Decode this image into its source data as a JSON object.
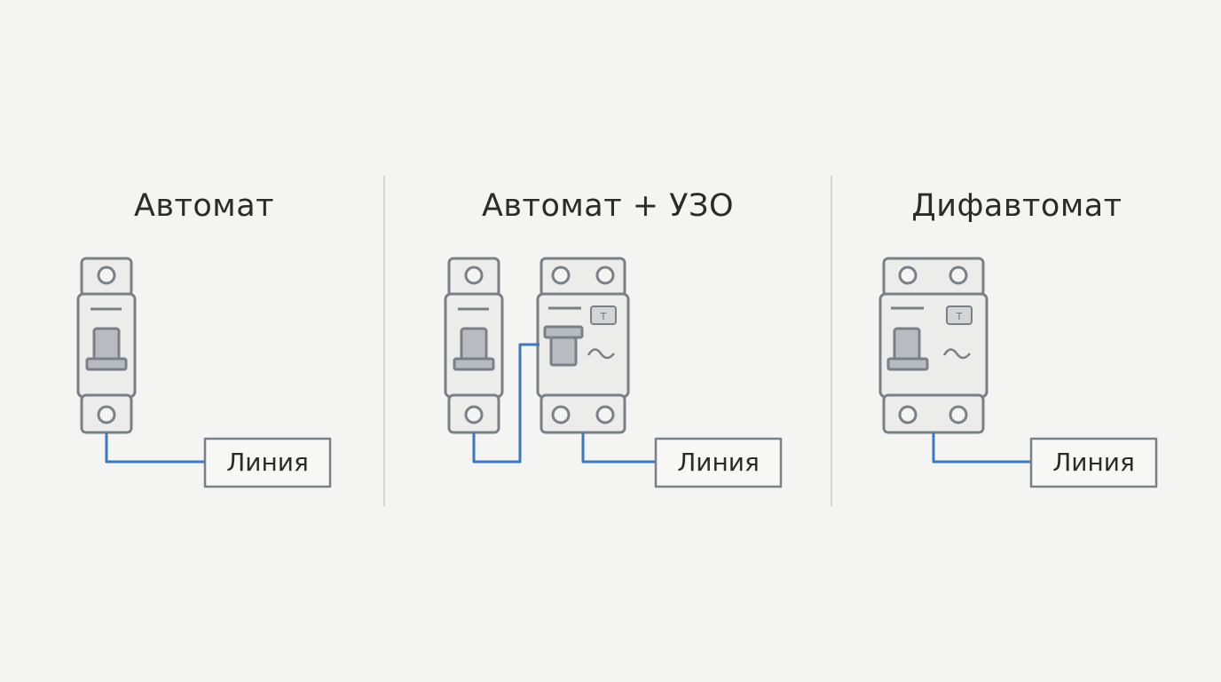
{
  "panels": [
    {
      "title": "Автомат",
      "line_label": "Линия"
    },
    {
      "title": "Автомат + УЗО",
      "line_label": "Линия"
    },
    {
      "title": "Дифавтомат",
      "line_label": "Линия"
    }
  ],
  "device_marks": {
    "test_button": "T",
    "ac_symbol": "~"
  },
  "colors": {
    "background": "#f4f4f2",
    "device_stroke": "#7a8088",
    "device_fill": "#ececea",
    "handle_fill": "#b8bcc0",
    "wire": "#3a78c2",
    "divider": "#c9c9c9",
    "text": "#2b2b2b"
  }
}
